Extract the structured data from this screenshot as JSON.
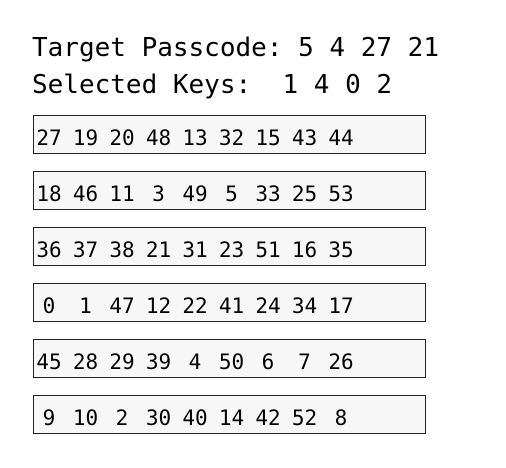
{
  "header": {
    "target_label": "Target Passcode:",
    "target_values": "5 4 27 21",
    "selected_label": "Selected Keys:",
    "selected_values": "1 4 0 2"
  },
  "keypad": {
    "rows": [
      [
        "27",
        "19",
        "20",
        "48",
        "13",
        "32",
        "15",
        "43",
        "44"
      ],
      [
        "18",
        "46",
        "11",
        "3",
        "49",
        "5",
        "33",
        "25",
        "53"
      ],
      [
        "36",
        "37",
        "38",
        "21",
        "31",
        "23",
        "51",
        "16",
        "35"
      ],
      [
        "0",
        "1",
        "47",
        "12",
        "22",
        "41",
        "24",
        "34",
        "17"
      ],
      [
        "45",
        "28",
        "29",
        "39",
        "4",
        "50",
        "6",
        "7",
        "26"
      ],
      [
        "9",
        "10",
        "2",
        "30",
        "40",
        "14",
        "42",
        "52",
        "8"
      ]
    ]
  }
}
